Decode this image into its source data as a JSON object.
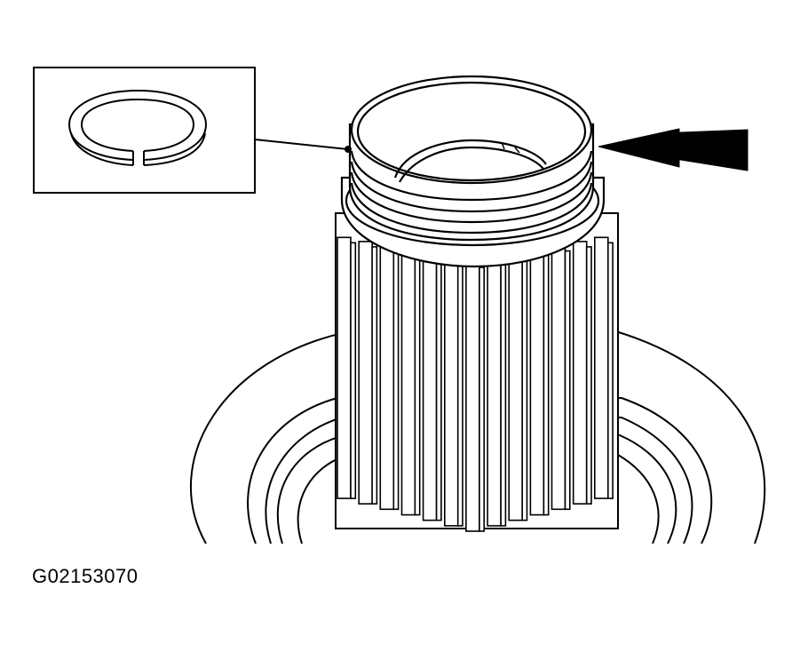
{
  "figure": {
    "id_label": "G02153070",
    "components": {
      "inset_detail": "seal-ring-detail",
      "main_part": "splined-shaft-with-seal-rings",
      "pointer": "direction-arrow"
    }
  },
  "colors": {
    "line": "#000000",
    "background": "#ffffff"
  }
}
